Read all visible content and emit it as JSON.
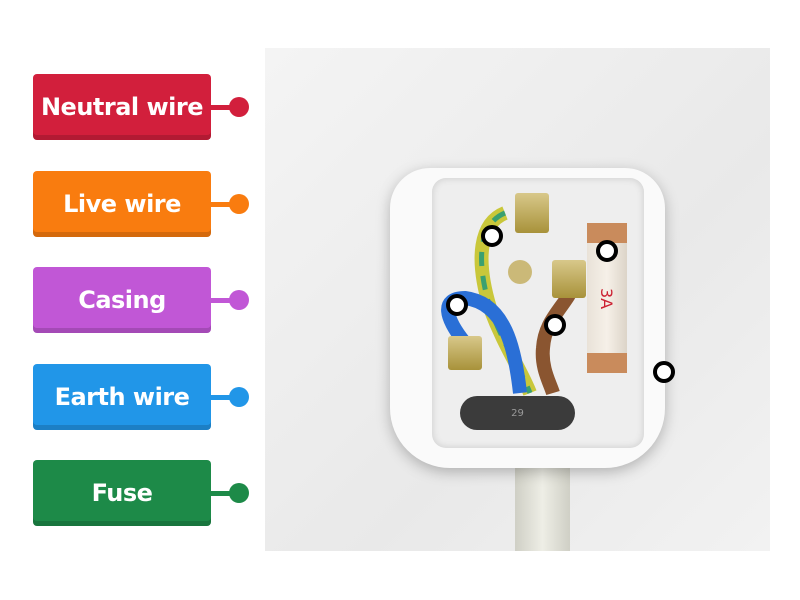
{
  "labels": [
    {
      "text": "Neutral wire",
      "color": "#d21f3c"
    },
    {
      "text": "Live wire",
      "color": "#f97c0f"
    },
    {
      "text": "Casing",
      "color": "#c157d6"
    },
    {
      "text": "Earth wire",
      "color": "#2196e8"
    },
    {
      "text": "Fuse",
      "color": "#1d8a48"
    }
  ],
  "image": {
    "fuse_marking": "3A",
    "clamp_marking": "29"
  },
  "hotspots": [
    "earth-wire-point",
    "fuse-point",
    "neutral-wire-point",
    "live-wire-point",
    "casing-point"
  ]
}
